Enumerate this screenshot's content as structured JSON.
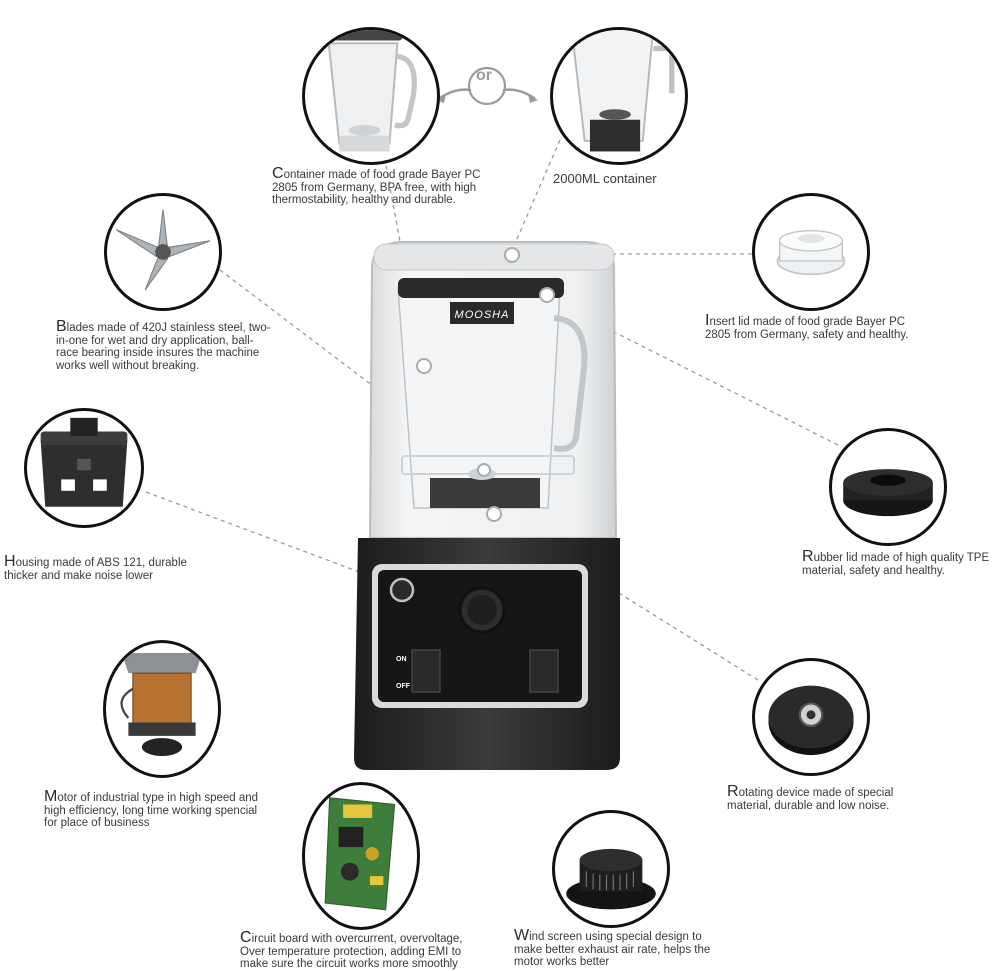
{
  "center": {
    "brand": "MOOSHA",
    "on_label": "ON",
    "off_label": "OFF"
  },
  "or_label": "or",
  "captions": {
    "container": {
      "first": "C",
      "rest": "ontainer made of food grade Bayer PC 2805 from Germany, BPA free,  with high thermostability, healthy and durable."
    },
    "container_2000": {
      "text": "2000ML container"
    },
    "blades": {
      "first": "B",
      "rest": "lades made of 420J stainless steel, two-in-one for wet and dry application, ball-race bearing inside insures the machine works well without breaking."
    },
    "insert_lid": {
      "first": "I",
      "rest": "nsert lid made of food grade Bayer PC 2805 from Germany, safety and healthy."
    },
    "housing": {
      "first": "H",
      "rest": "ousing made of ABS 121, durable thicker and make noise lower"
    },
    "rubber_lid": {
      "first": "R",
      "rest": "ubber lid made of high quality TPE material, safety and healthy."
    },
    "motor": {
      "first": "M",
      "rest": "otor of industrial type in high speed and high efficiency, long time working spencial for place of business"
    },
    "rotating": {
      "first": "R",
      "rest": "otating device  made of special material, durable and low noise."
    },
    "circuit": {
      "first": "C",
      "rest": "ircuit board with overcurrent, overvoltage, Over temperature protection, adding EMI to make sure the circuit works more smoothly"
    },
    "wind": {
      "first": "W",
      "rest": "ind screen using special design to make better exhaust air rate, helps the motor works better"
    }
  },
  "colors": {
    "circle_border": "#111111",
    "text": "#3a3a3a",
    "leader_line": "#9a9a9a",
    "base": "#2c2c2e",
    "panel": "#1a1a1a"
  }
}
